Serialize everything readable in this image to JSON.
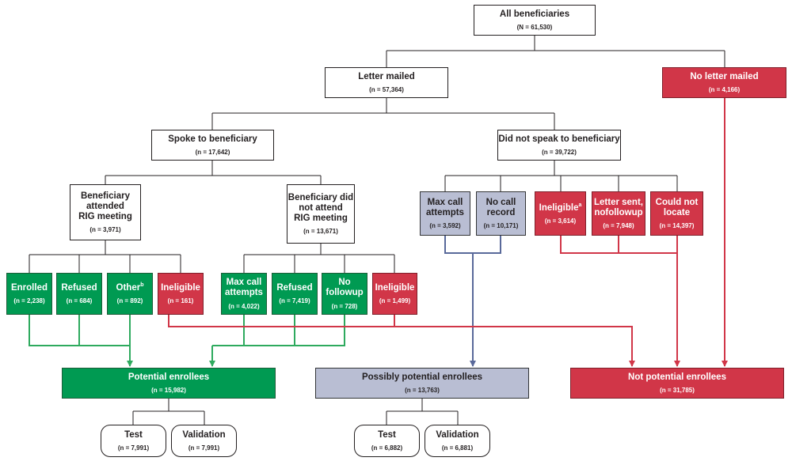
{
  "colors": {
    "green": "#009a52",
    "red": "#d13648",
    "gray": "#b9bed3",
    "line_green": "#2eaa5e",
    "line_red": "#d13648",
    "line_gray": "#59699a",
    "line_black": "#231f20"
  },
  "nodes": {
    "all": {
      "label": "All beneficiaries",
      "count": "(N = 61,530)"
    },
    "mailed": {
      "label": "Letter mailed",
      "count": "(n = 57,364)"
    },
    "nomail": {
      "label": "No letter mailed",
      "count": "(n = 4,166)"
    },
    "spoke": {
      "label": "Spoke to beneficiary",
      "count": "(n = 17,642)"
    },
    "nospoke": {
      "label": "Did not speak to beneficiary",
      "count": "(n = 39,722)"
    },
    "attended": {
      "label": "Beneficiary\nattended\nRIG meeting",
      "count": "(n = 3,971)"
    },
    "notattended": {
      "label": "Beneficiary did\nnot attend\nRIG meeting",
      "count": "(n = 13,671)"
    },
    "enrolled": {
      "label": "Enrolled",
      "count": "(n = 2,238)"
    },
    "refused1": {
      "label": "Refused",
      "count": "(n = 684)"
    },
    "other": {
      "label": "Other",
      "sup": "b",
      "count": "(n = 892)"
    },
    "inelig1": {
      "label": "Ineligible",
      "count": "(n = 161)"
    },
    "maxcall1": {
      "label": "Max call\nattempts",
      "count": "(n = 4,022)"
    },
    "refused2": {
      "label": "Refused",
      "count": "(n = 7,419)"
    },
    "nofollow": {
      "label": "No\nfollowup",
      "count": "(n = 728)"
    },
    "inelig2": {
      "label": "Ineligible",
      "count": "(n = 1,499)"
    },
    "maxcall2": {
      "label": "Max call\nattempts",
      "count": "(n = 3,592)"
    },
    "nocall": {
      "label": "No call\nrecord",
      "count": "(n = 10,171)"
    },
    "inelig3": {
      "label": "Ineligible",
      "sup": "a",
      "count": "(n = 3,614)"
    },
    "lettersent": {
      "label": "Letter sent,\nnofollowup",
      "count": "(n = 7,948)"
    },
    "couldnot": {
      "label": "Could not\nlocate",
      "count": "(n = 14,397)"
    },
    "potential": {
      "label": "Potential enrollees",
      "count": "(n = 15,982)"
    },
    "possibly": {
      "label": "Possibly potential enrollees",
      "count": "(n = 13,763)"
    },
    "notpot": {
      "label": "Not potential enrollees",
      "count": "(n = 31,785)"
    },
    "test1": {
      "label": "Test",
      "count": "(n = 7,991)"
    },
    "valid1": {
      "label": "Validation",
      "count": "(n = 7,991)"
    },
    "test2": {
      "label": "Test",
      "count": "(n = 6,882)"
    },
    "valid2": {
      "label": "Validation",
      "count": "(n = 6,881)"
    }
  }
}
